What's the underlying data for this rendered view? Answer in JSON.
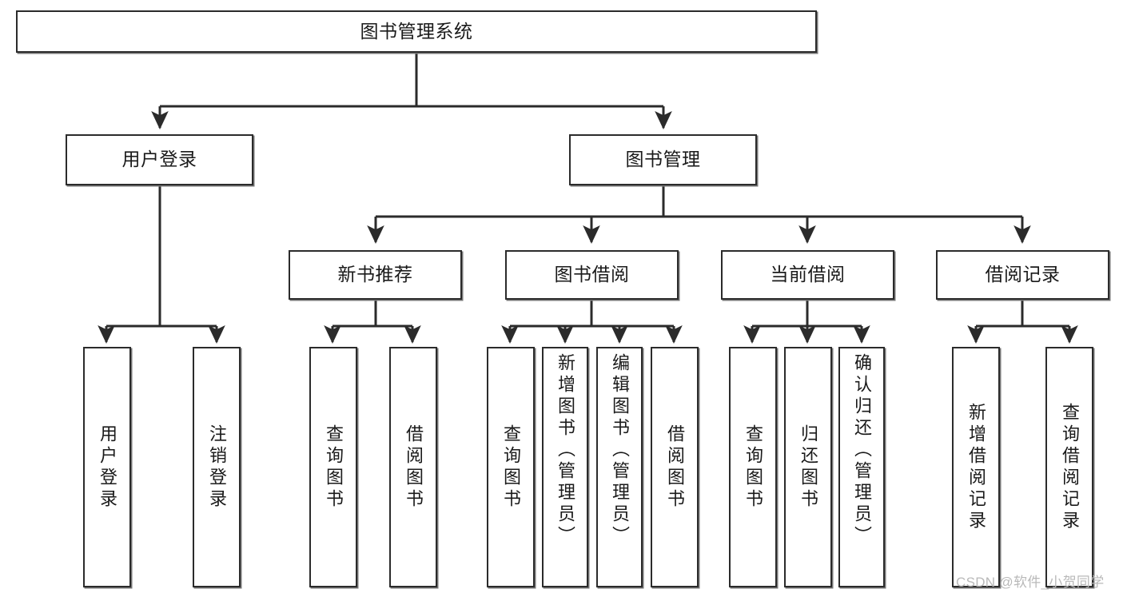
{
  "diagram": {
    "type": "tree-hierarchy",
    "title": "图书管理系统",
    "watermark": "CSDN @软件_小贺同学",
    "colors": {
      "box_border": "#2b2b2b",
      "box_fill": "#ffffff",
      "connector": "#2b2b2b",
      "text": "#1a1a1a",
      "watermark": "#b9b9b9",
      "background": "#ffffff"
    },
    "nodes": {
      "root": {
        "label": "图书管理系统"
      },
      "level2": [
        {
          "id": "user-login",
          "label": "用户登录"
        },
        {
          "id": "book-manage",
          "label": "图书管理"
        }
      ],
      "level3": [
        {
          "id": "new-book-rec",
          "label": "新书推荐"
        },
        {
          "id": "book-borrow",
          "label": "图书借阅"
        },
        {
          "id": "current-borrow",
          "label": "当前借阅"
        },
        {
          "id": "borrow-record",
          "label": "借阅记录"
        }
      ],
      "leaves": {
        "user_login": [
          {
            "id": "leaf-user-login",
            "label": "用户登录"
          },
          {
            "id": "leaf-logout",
            "label": "注销登录"
          }
        ],
        "new_book_rec": [
          {
            "id": "leaf-query-book-1",
            "label": "查询图书"
          },
          {
            "id": "leaf-borrow-book-1",
            "label": "借阅图书"
          }
        ],
        "book_borrow": [
          {
            "id": "leaf-query-book-2",
            "label": "查询图书"
          },
          {
            "id": "leaf-add-book",
            "label": "新增图书（管理员）"
          },
          {
            "id": "leaf-edit-book",
            "label": "编辑图书（管理员）"
          },
          {
            "id": "leaf-borrow-book-2",
            "label": "借阅图书"
          }
        ],
        "current_borrow": [
          {
            "id": "leaf-query-book-3",
            "label": "查询图书"
          },
          {
            "id": "leaf-return-book",
            "label": "归还图书"
          },
          {
            "id": "leaf-confirm-return",
            "label": "确认归还（管理员）"
          }
        ],
        "borrow_record": [
          {
            "id": "leaf-add-record",
            "label": "新增借阅记录"
          },
          {
            "id": "leaf-query-record",
            "label": "查询借阅记录"
          }
        ]
      }
    }
  }
}
